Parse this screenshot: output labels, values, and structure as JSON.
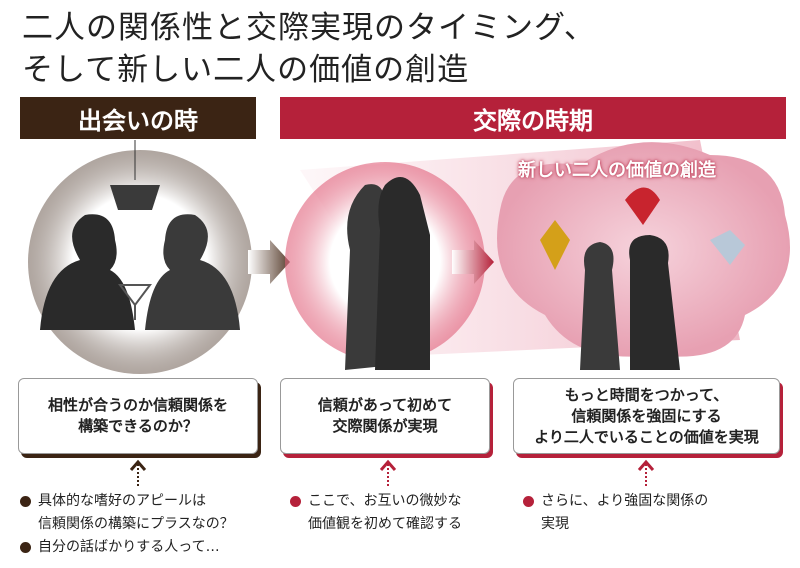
{
  "title": {
    "line1": "二人の関係性と交際実現のタイミング、",
    "line2": "そして新しい二人の価値の創造"
  },
  "colors": {
    "brown": "#3b2414",
    "red": "#b5213a"
  },
  "headers": {
    "meeting": "出会いの時",
    "dating": "交際の時期"
  },
  "illustration": {
    "caption": "新しい二人の価値の創造"
  },
  "boxes": [
    {
      "lines": [
        "相性が合うのか信頼関係を",
        "構築できるのか？"
      ]
    },
    {
      "lines": [
        "信頼があって初めて",
        "交際関係が実現"
      ]
    },
    {
      "lines": [
        "もっと時間をつかって、",
        "信頼関係を強固にする",
        "より二人でいることの価値を実現"
      ]
    }
  ],
  "bullets": [
    [
      {
        "lines": [
          "具体的な嗜好のアピールは",
          "信頼関係の構築にプラスなの？"
        ]
      },
      {
        "lines": [
          "自分の話ばかりする人って…"
        ]
      }
    ],
    [
      {
        "lines": [
          "ここで、お互いの微妙な",
          "価値観を初めて確認する"
        ]
      }
    ],
    [
      {
        "lines": [
          "さらに、より強固な関係の",
          "実現"
        ]
      }
    ]
  ]
}
